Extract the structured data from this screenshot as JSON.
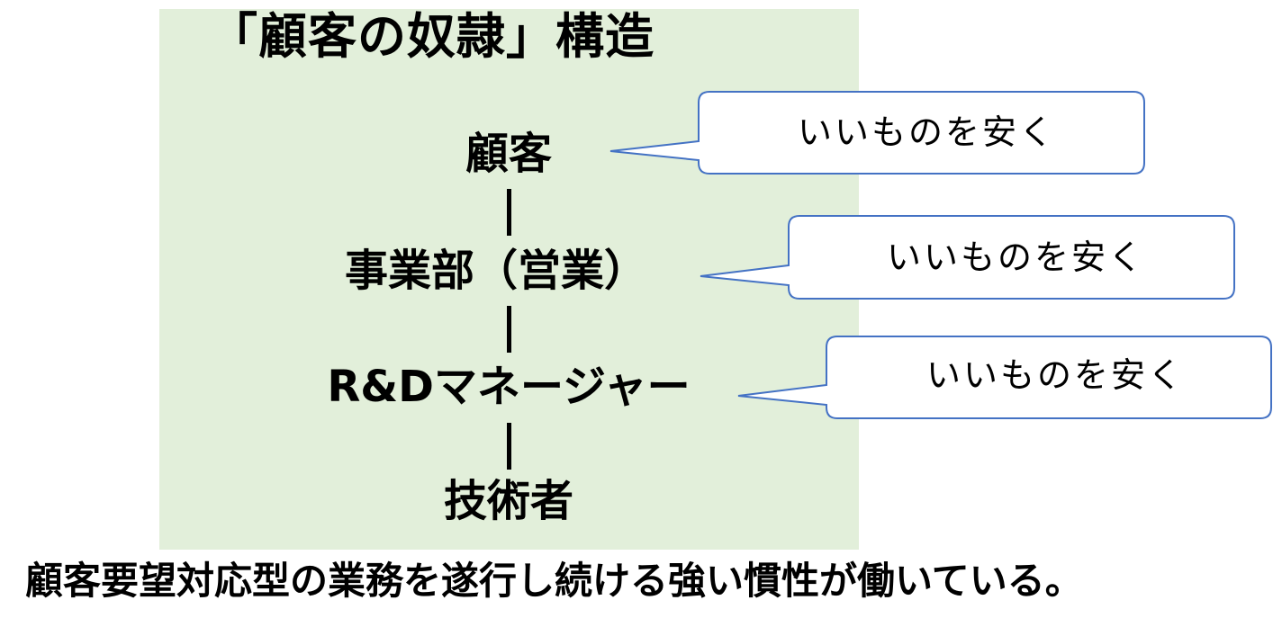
{
  "title": "「顧客の奴隷」構造",
  "hierarchy": [
    "顧客",
    "事業部（営業）",
    "R&Dマネージャー",
    "技術者"
  ],
  "callouts": [
    "いいものを安く",
    "いいものを安く",
    "いいものを安く"
  ],
  "caption": "顧客要望対応型の業務を遂行し続ける強い慣性が働いている。",
  "colors": {
    "panel_background": "#e2efda",
    "callout_border": "#4472c4",
    "callout_fill": "#ffffff",
    "text": "#000000"
  }
}
